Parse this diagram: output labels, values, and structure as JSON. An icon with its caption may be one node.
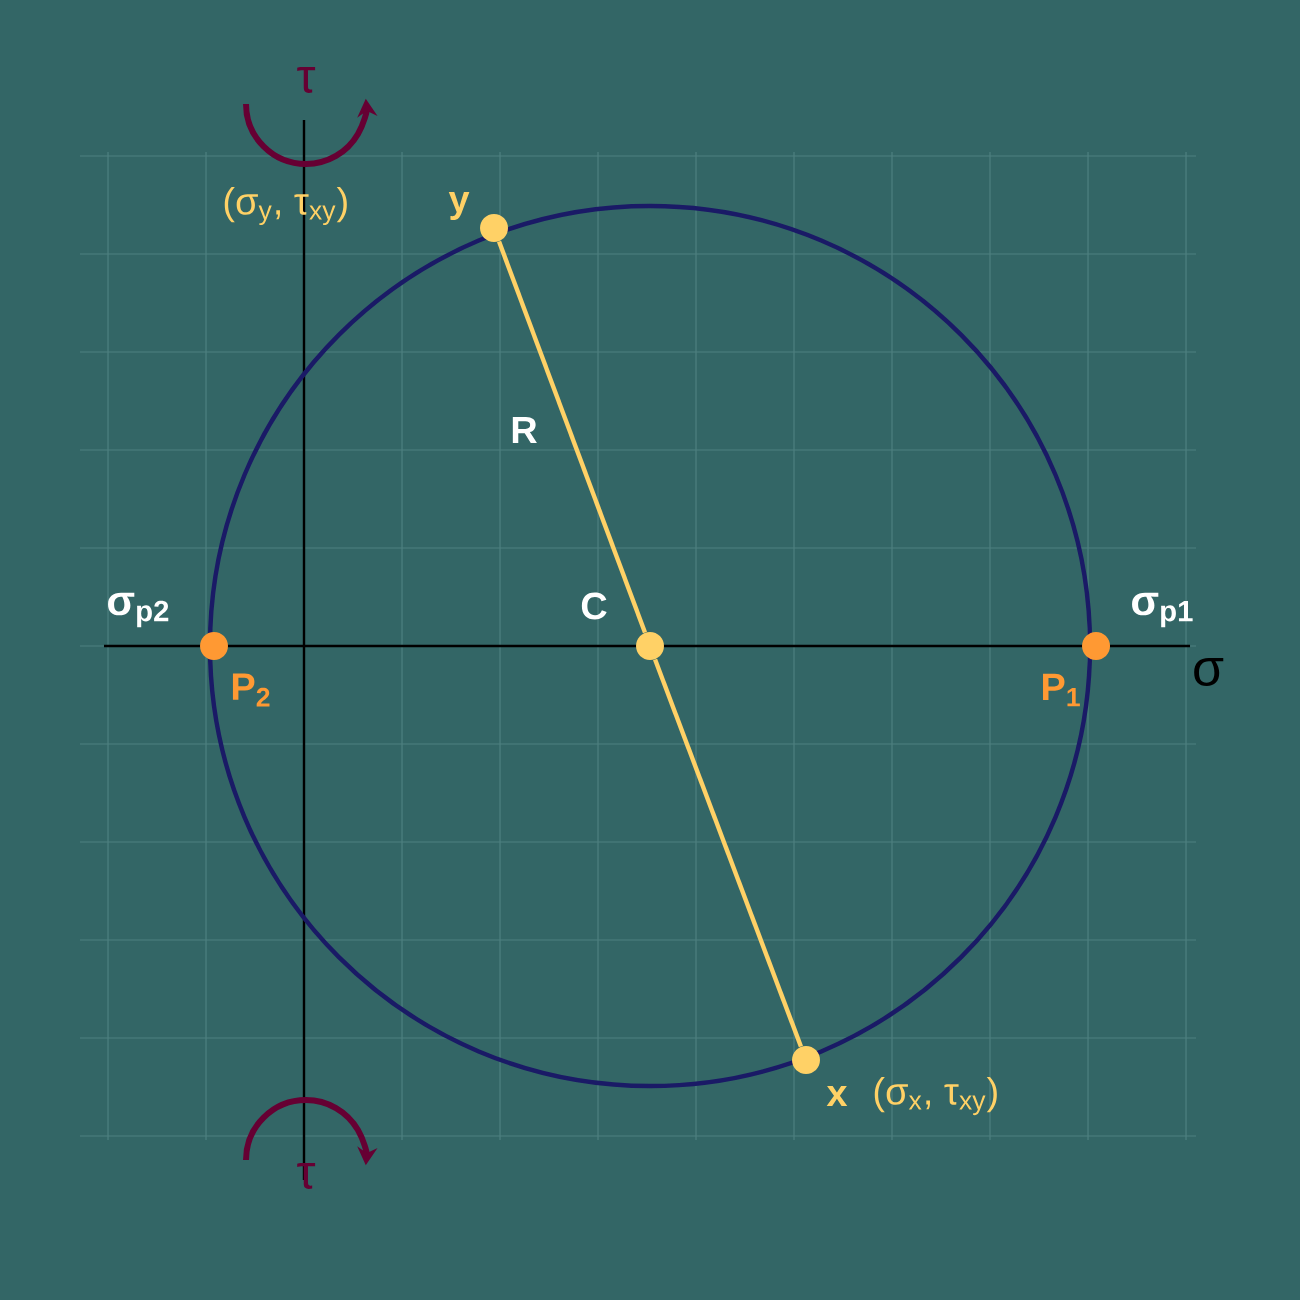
{
  "diagram": {
    "nodes": [
      {
        "text": [],
        "shape": "circle",
        "beside": [
          "(σ$_{y}$, τ$_{xy}$)",
          "y"
        ]
      },
      {
        "text": [],
        "shape": "circle",
        "beside": [
          "C"
        ]
      },
      {
        "text": [],
        "shape": "circle",
        "beside": [
          "x",
          "(σ$_{x}$, τ$_{xy}$)"
        ]
      },
      {
        "text": [],
        "shape": "circle",
        "beside": [
          "P$_{2}$"
        ]
      },
      {
        "text": [],
        "shape": "circle",
        "beside": [
          "P$_{1}$"
        ]
      }
    ],
    "edges": [
      {
        "from": 0,
        "to": 1,
        "arrow": "none",
        "label": "R"
      },
      {
        "from": 1,
        "to": 2,
        "arrow": "none"
      }
    ],
    "labels": [
      "τ",
      "σ$_{p2}$",
      "σ$_{p1}$",
      "σ",
      "τ"
    ]
  }
}
